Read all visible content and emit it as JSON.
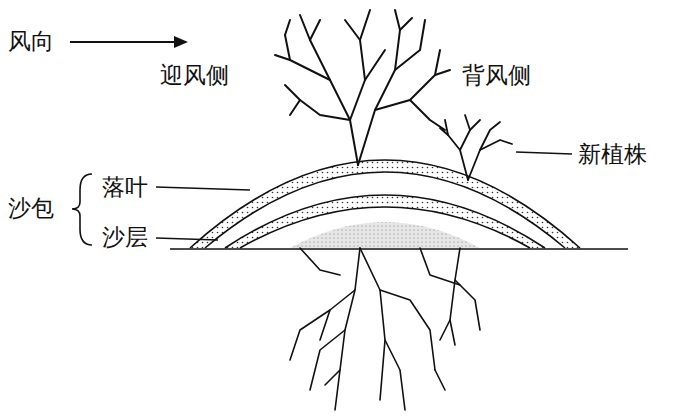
{
  "diagram": {
    "labels": [
      "风向",
      "迎风侧",
      "背风侧",
      "新植株",
      "沙包",
      "落叶",
      "沙层"
    ]
  }
}
